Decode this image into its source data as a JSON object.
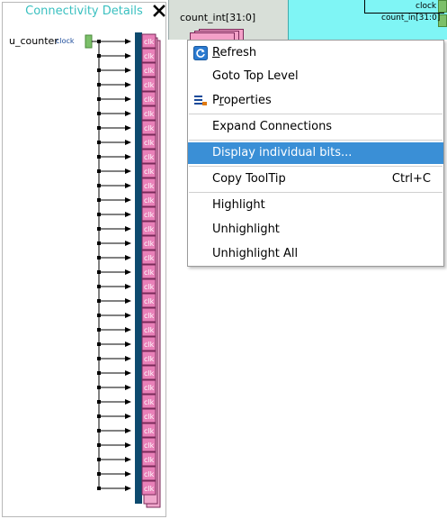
{
  "background": {
    "count_int_label": "count_int[31:0]",
    "count_in_label": "count_in[31:0]",
    "clock_label": "clock",
    "colors": {
      "gray_block": "#d8dfd8",
      "cyan_block": "#7ff5f5",
      "port_green": "#7cc06a",
      "pin_pink": "#f4a0c8"
    }
  },
  "connectivity_panel": {
    "title": "Connectivity Details",
    "instance_name": "u_counter",
    "port_name": "clock",
    "pin_label": "clk",
    "pin_count": 32,
    "colors": {
      "title": "#3ac0c0",
      "bus": "#0d4a6e",
      "pin_fill": "#e880b8",
      "pin_text": "#ffffff"
    }
  },
  "context_menu": {
    "items": [
      {
        "id": "refresh",
        "label_pre": "",
        "mnemonic": "R",
        "label_post": "efresh",
        "shortcut": "",
        "icon": "refresh-icon"
      },
      {
        "id": "goto_top",
        "label_pre": "Goto Top Level",
        "mnemonic": "",
        "label_post": "",
        "shortcut": ""
      },
      {
        "id": "properties",
        "label_pre": "P",
        "mnemonic": "r",
        "label_post": "operties",
        "shortcut": "",
        "icon": "properties-icon"
      },
      {
        "id": "expand",
        "label_pre": "Expand Connections",
        "mnemonic": "",
        "label_post": "",
        "shortcut": ""
      },
      {
        "id": "display_bits",
        "label_pre": "Display individual bits...",
        "mnemonic": "",
        "label_post": "",
        "shortcut": "",
        "highlighted": true
      },
      {
        "id": "copy_tooltip",
        "label_pre": "Copy ToolTip",
        "mnemonic": "",
        "label_post": "",
        "shortcut": "Ctrl+C"
      },
      {
        "id": "highlight",
        "label_pre": "Highlight",
        "mnemonic": "",
        "label_post": "",
        "shortcut": ""
      },
      {
        "id": "unhighlight",
        "label_pre": "Unhighlight",
        "mnemonic": "",
        "label_post": "",
        "shortcut": ""
      },
      {
        "id": "unhighlight_all",
        "label_pre": "Unhighlight All",
        "mnemonic": "",
        "label_post": "",
        "shortcut": ""
      }
    ],
    "highlight_color": "#3a8fd6"
  }
}
